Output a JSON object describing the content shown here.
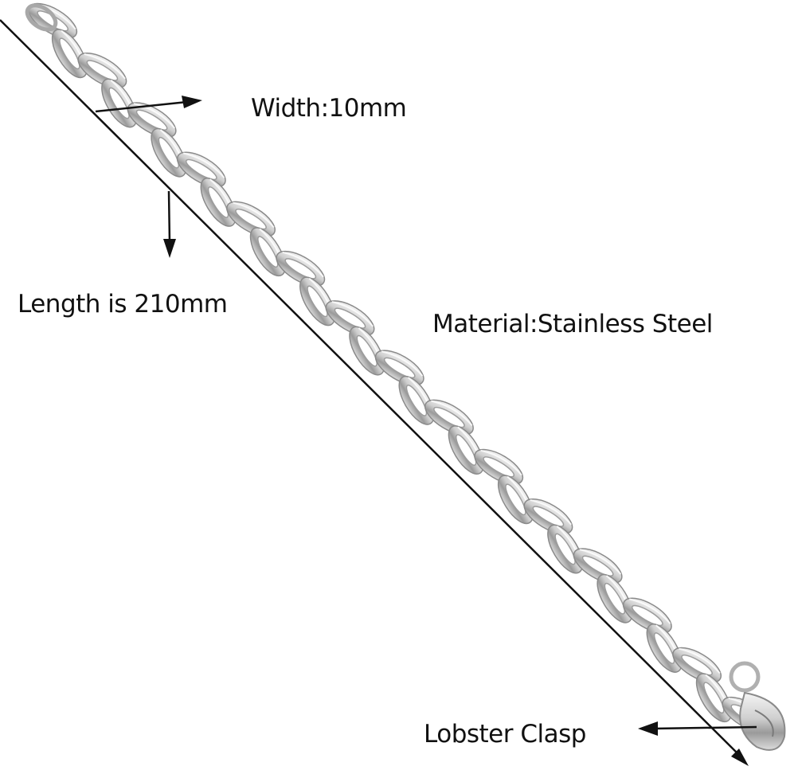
{
  "product": {
    "type": "curb chain bracelet",
    "colors": {
      "background": "#ffffff",
      "annotation": "#111111",
      "steel_light": "#e4e4e4",
      "steel_mid": "#b9b9b9",
      "steel_dark": "#7a7a7a"
    }
  },
  "annotations": {
    "width": "Width:10mm",
    "length": "Length is 210mm",
    "material": "Material:Stainless Steel",
    "clasp": "Lobster Clasp"
  }
}
